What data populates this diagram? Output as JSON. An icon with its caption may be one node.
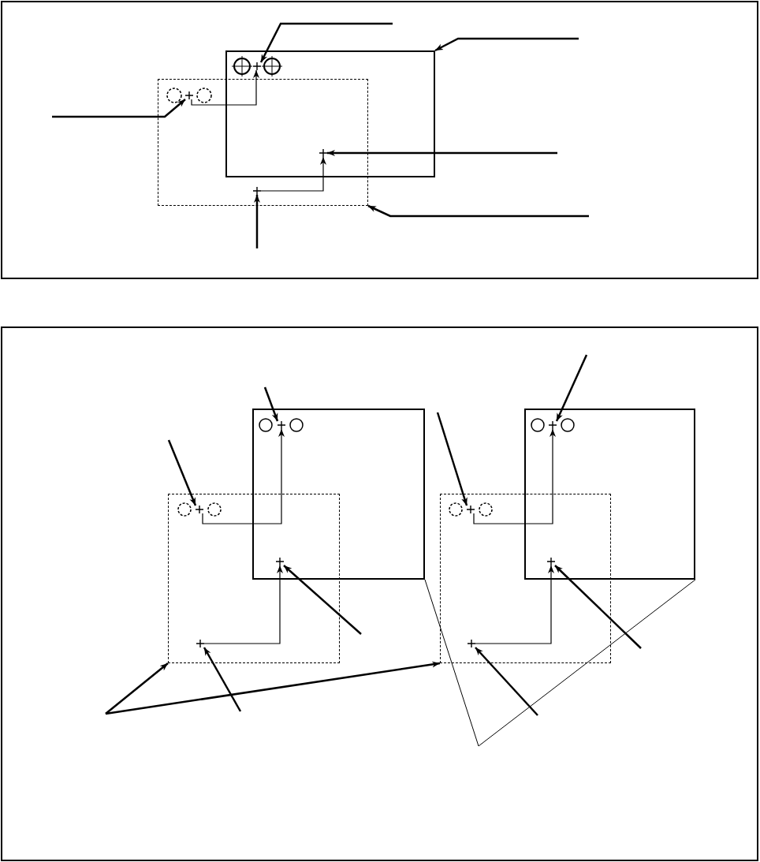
{
  "diagram": {
    "nodes": [
      {
        "text": [],
        "shape": "box"
      },
      {
        "text": [],
        "shape": "box"
      },
      {
        "text": [],
        "shape": "cross",
        "in": 0
      },
      {
        "text": [],
        "shape": "cross",
        "in": 1
      },
      {
        "text": [],
        "shape": "cross"
      },
      {
        "text": [],
        "shape": "cross",
        "in": 1
      },
      {
        "text": [],
        "shape": "box"
      },
      {
        "text": [],
        "shape": "box"
      },
      {
        "text": [],
        "shape": "cross",
        "in": 6
      },
      {
        "text": [],
        "shape": "cross",
        "in": 7
      },
      {
        "text": [],
        "shape": "cross"
      },
      {
        "text": [],
        "shape": "cross",
        "in": 7
      },
      {
        "text": [],
        "shape": "box"
      },
      {
        "text": [],
        "shape": "box"
      },
      {
        "text": [],
        "shape": "cross",
        "in": 12
      },
      {
        "text": [],
        "shape": "cross",
        "in": 13
      },
      {
        "text": [],
        "shape": "cross"
      },
      {
        "text": [],
        "shape": "cross",
        "in": 13
      }
    ],
    "edges": [
      {
        "from": null,
        "to": 2,
        "arrow": "to"
      },
      {
        "from": null,
        "to": 0,
        "arrow": "to"
      },
      {
        "from": null,
        "to": 3,
        "arrow": "to"
      },
      {
        "from": null,
        "to": 4,
        "arrow": "to"
      },
      {
        "from": null,
        "to": 1,
        "arrow": "to"
      },
      {
        "from": null,
        "to": 5,
        "arrow": "to"
      },
      {
        "from": 3,
        "to": 2,
        "arrow": "to"
      },
      {
        "from": 5,
        "to": 4,
        "arrow": "to"
      },
      {
        "from": null,
        "to": 8,
        "arrow": "to"
      },
      {
        "from": null,
        "to": 9,
        "arrow": "to"
      },
      {
        "from": null,
        "to": 10,
        "arrow": "to"
      },
      {
        "from": null,
        "to": 11,
        "arrow": "to"
      },
      {
        "from": null,
        "to": 7,
        "arrow": "to"
      },
      {
        "from": null,
        "to": 13,
        "arrow": "to"
      },
      {
        "from": 9,
        "to": 8,
        "arrow": "to"
      },
      {
        "from": 11,
        "to": 10,
        "arrow": "to"
      },
      {
        "from": null,
        "to": 14,
        "arrow": "to"
      },
      {
        "from": null,
        "to": 15,
        "arrow": "to"
      },
      {
        "from": null,
        "to": 16,
        "arrow": "to"
      },
      {
        "from": null,
        "to": 17,
        "arrow": "to"
      },
      {
        "from": null,
        "to": 6,
        "arrow": "none"
      },
      {
        "from": null,
        "to": 12,
        "arrow": "none"
      },
      {
        "from": 15,
        "to": 14,
        "arrow": "to"
      },
      {
        "from": 17,
        "to": 16,
        "arrow": "to"
      }
    ]
  }
}
